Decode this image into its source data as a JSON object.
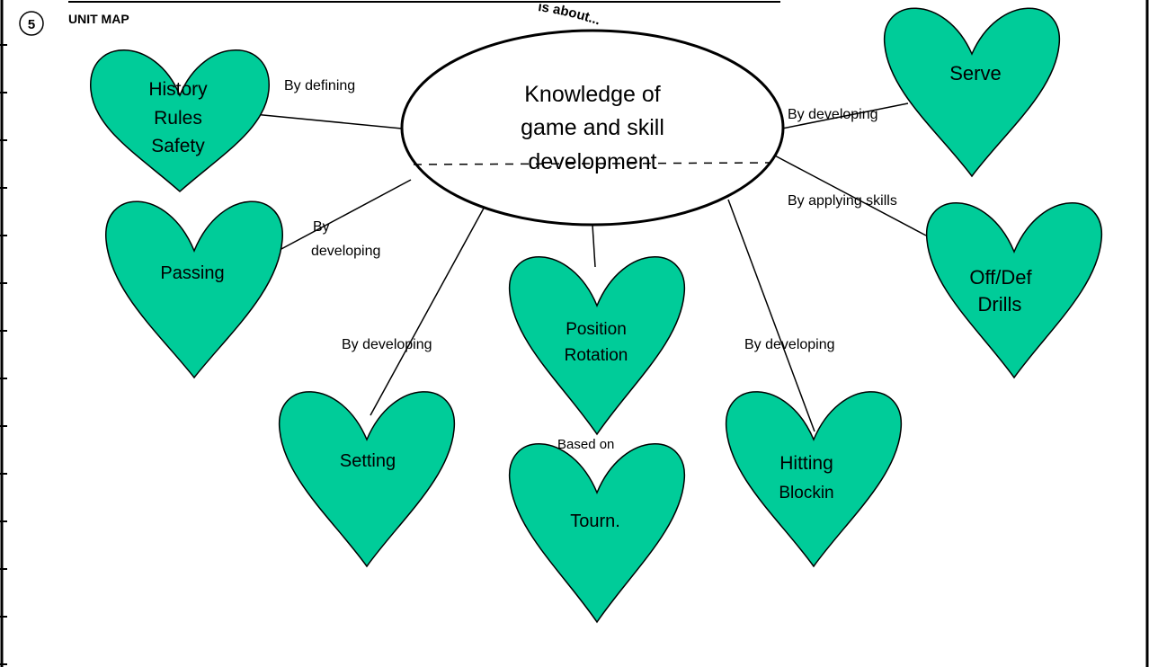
{
  "header": {
    "number": "5",
    "title": "UNIT MAP",
    "arc_text": "is about..."
  },
  "center": {
    "lines": [
      "Knowledge of",
      "game and skill",
      "development"
    ]
  },
  "colors": {
    "heart_fill": "#00cc99",
    "stroke": "#000000"
  },
  "hearts": [
    {
      "id": "history",
      "lines": [
        "History",
        "Rules",
        "Safety"
      ]
    },
    {
      "id": "passing",
      "lines": [
        "Passing"
      ]
    },
    {
      "id": "setting",
      "lines": [
        "Setting"
      ]
    },
    {
      "id": "position",
      "lines": [
        "Position",
        "Rotation"
      ]
    },
    {
      "id": "tourn",
      "lines": [
        "Tourn."
      ]
    },
    {
      "id": "hitting",
      "lines": [
        "Hitting",
        "Blockin"
      ]
    },
    {
      "id": "serve",
      "lines": [
        "Serve"
      ]
    },
    {
      "id": "offdef",
      "lines": [
        "Off/Def",
        "Drills"
      ]
    }
  ],
  "link_labels": [
    {
      "id": "history",
      "lines": [
        "By defining"
      ]
    },
    {
      "id": "passing",
      "lines": [
        "By",
        "developing"
      ]
    },
    {
      "id": "setting",
      "lines": [
        "By developing"
      ]
    },
    {
      "id": "hitting",
      "lines": [
        "By developing"
      ]
    },
    {
      "id": "serve",
      "lines": [
        "By developing"
      ]
    },
    {
      "id": "offdef",
      "lines": [
        "By applying  skills"
      ]
    },
    {
      "id": "tourn",
      "lines": [
        "Based on"
      ]
    }
  ]
}
